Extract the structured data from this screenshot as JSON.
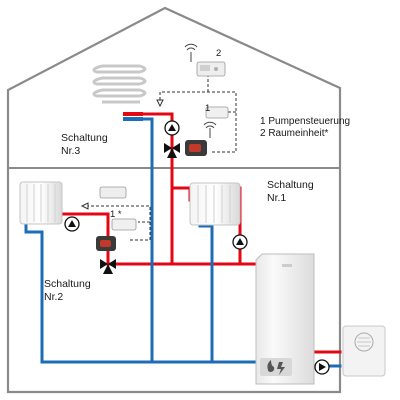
{
  "circuits": {
    "c1": {
      "label": "Schaltung",
      "number": "Nr.1"
    },
    "c2": {
      "label": "Schaltung",
      "number": "Nr.2"
    },
    "c3": {
      "label": "Schaltung",
      "number": "Nr.3"
    }
  },
  "legend": {
    "item1": "1 Pumpensteuerung",
    "item2": "2 Raumeinheit*"
  },
  "callouts": {
    "room_unit": "2",
    "pump_ctrl_upper": "1",
    "pump_ctrl_lower": "1 *"
  },
  "colors": {
    "supply": "#e30613",
    "return": "#1b6eb5",
    "wall": "#808080",
    "dashed": "#333333"
  },
  "icons": [
    "house-outline",
    "floor-heating-coil",
    "radiator",
    "pump",
    "mixing-valve",
    "actuator",
    "pump-control-module",
    "room-unit",
    "boiler",
    "outdoor-unit"
  ]
}
